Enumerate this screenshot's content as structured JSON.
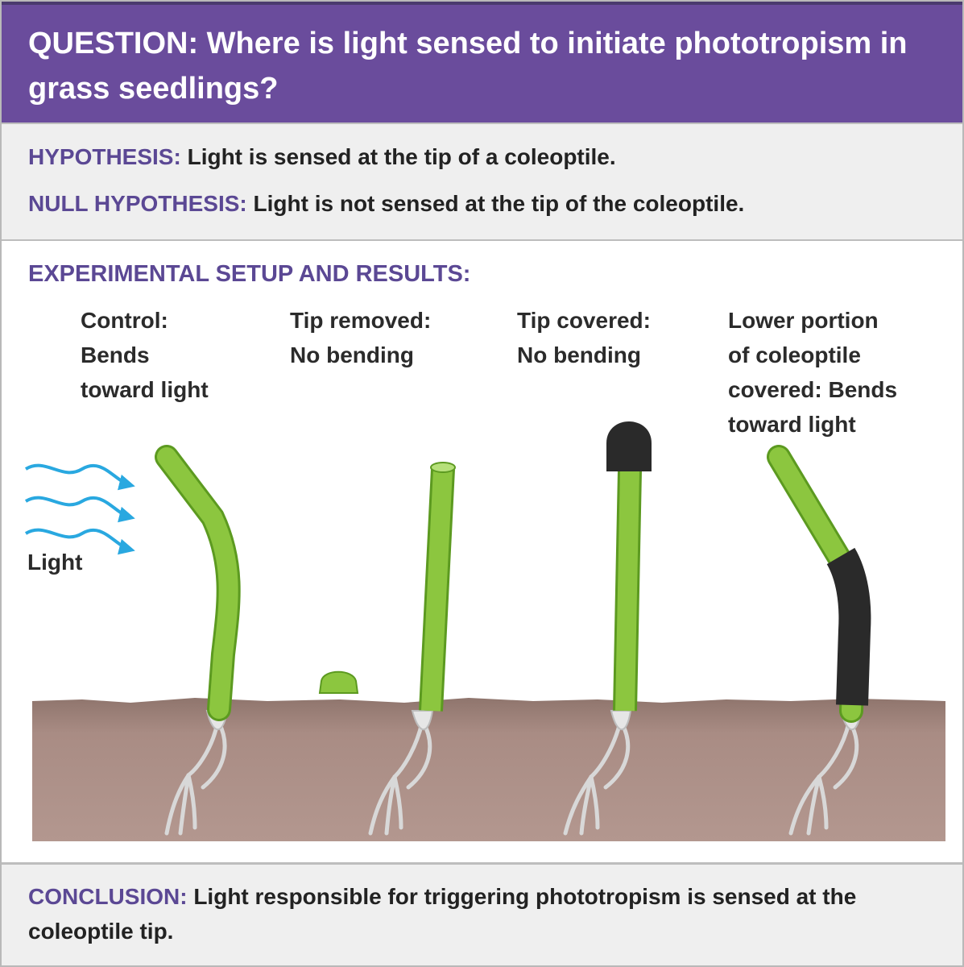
{
  "question": {
    "text": "QUESTION: Where is light sensed to initiate phototropism in grass seedlings?"
  },
  "hypothesis": {
    "label": "HYPOTHESIS:",
    "text": "Light is sensed at the tip of a coleoptile."
  },
  "null_hypothesis": {
    "label": "NULL HYPOTHESIS:",
    "text": "Light is not sensed at the tip of the coleoptile."
  },
  "setup": {
    "heading": "EXPERIMENTAL SETUP AND RESULTS:",
    "conditions": [
      {
        "lines": [
          "Control:",
          "Bends",
          "toward light"
        ]
      },
      {
        "lines": [
          "Tip removed:",
          "No bending"
        ]
      },
      {
        "lines": [
          "Tip covered:",
          "No bending"
        ]
      },
      {
        "lines": [
          "Lower portion",
          "of coleoptile",
          "covered: Bends",
          "toward light"
        ]
      }
    ],
    "light_label": "Light"
  },
  "conclusion": {
    "label": "CONCLUSION:",
    "text": "Light responsible for triggering phototropism is sensed at the coleoptile tip."
  },
  "colors": {
    "header_purple": "#6a4c9c",
    "label_purple": "#5b4894",
    "panel_gray": "#efefef",
    "soil": "#a98c84",
    "coleoptile_green": "#8cc63f",
    "cover_black": "#2a2a2a",
    "light_arrow_blue": "#29a8e0"
  }
}
